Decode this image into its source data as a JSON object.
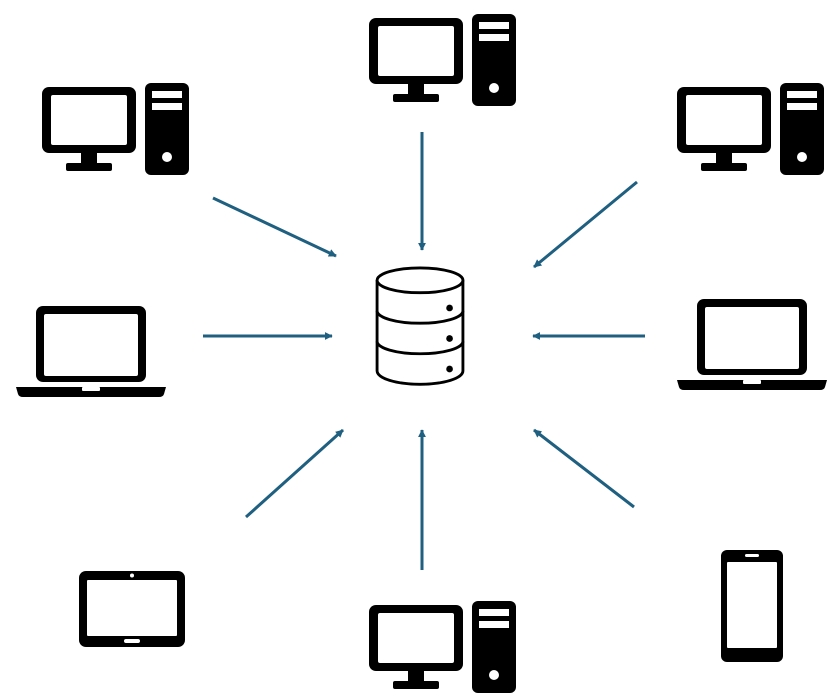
{
  "diagram": {
    "center": {
      "icon": "database-server-icon"
    },
    "clients": [
      {
        "id": "top",
        "icon": "desktop-computer-icon"
      },
      {
        "id": "top-left",
        "icon": "desktop-computer-icon"
      },
      {
        "id": "top-right",
        "icon": "desktop-computer-icon"
      },
      {
        "id": "left",
        "icon": "laptop-icon"
      },
      {
        "id": "right",
        "icon": "laptop-icon"
      },
      {
        "id": "bottom-left",
        "icon": "tablet-icon"
      },
      {
        "id": "bottom",
        "icon": "desktop-computer-icon"
      },
      {
        "id": "bottom-right",
        "icon": "smartphone-icon"
      }
    ],
    "connection_color": "#1f5f80",
    "icon_color": "#000000"
  }
}
